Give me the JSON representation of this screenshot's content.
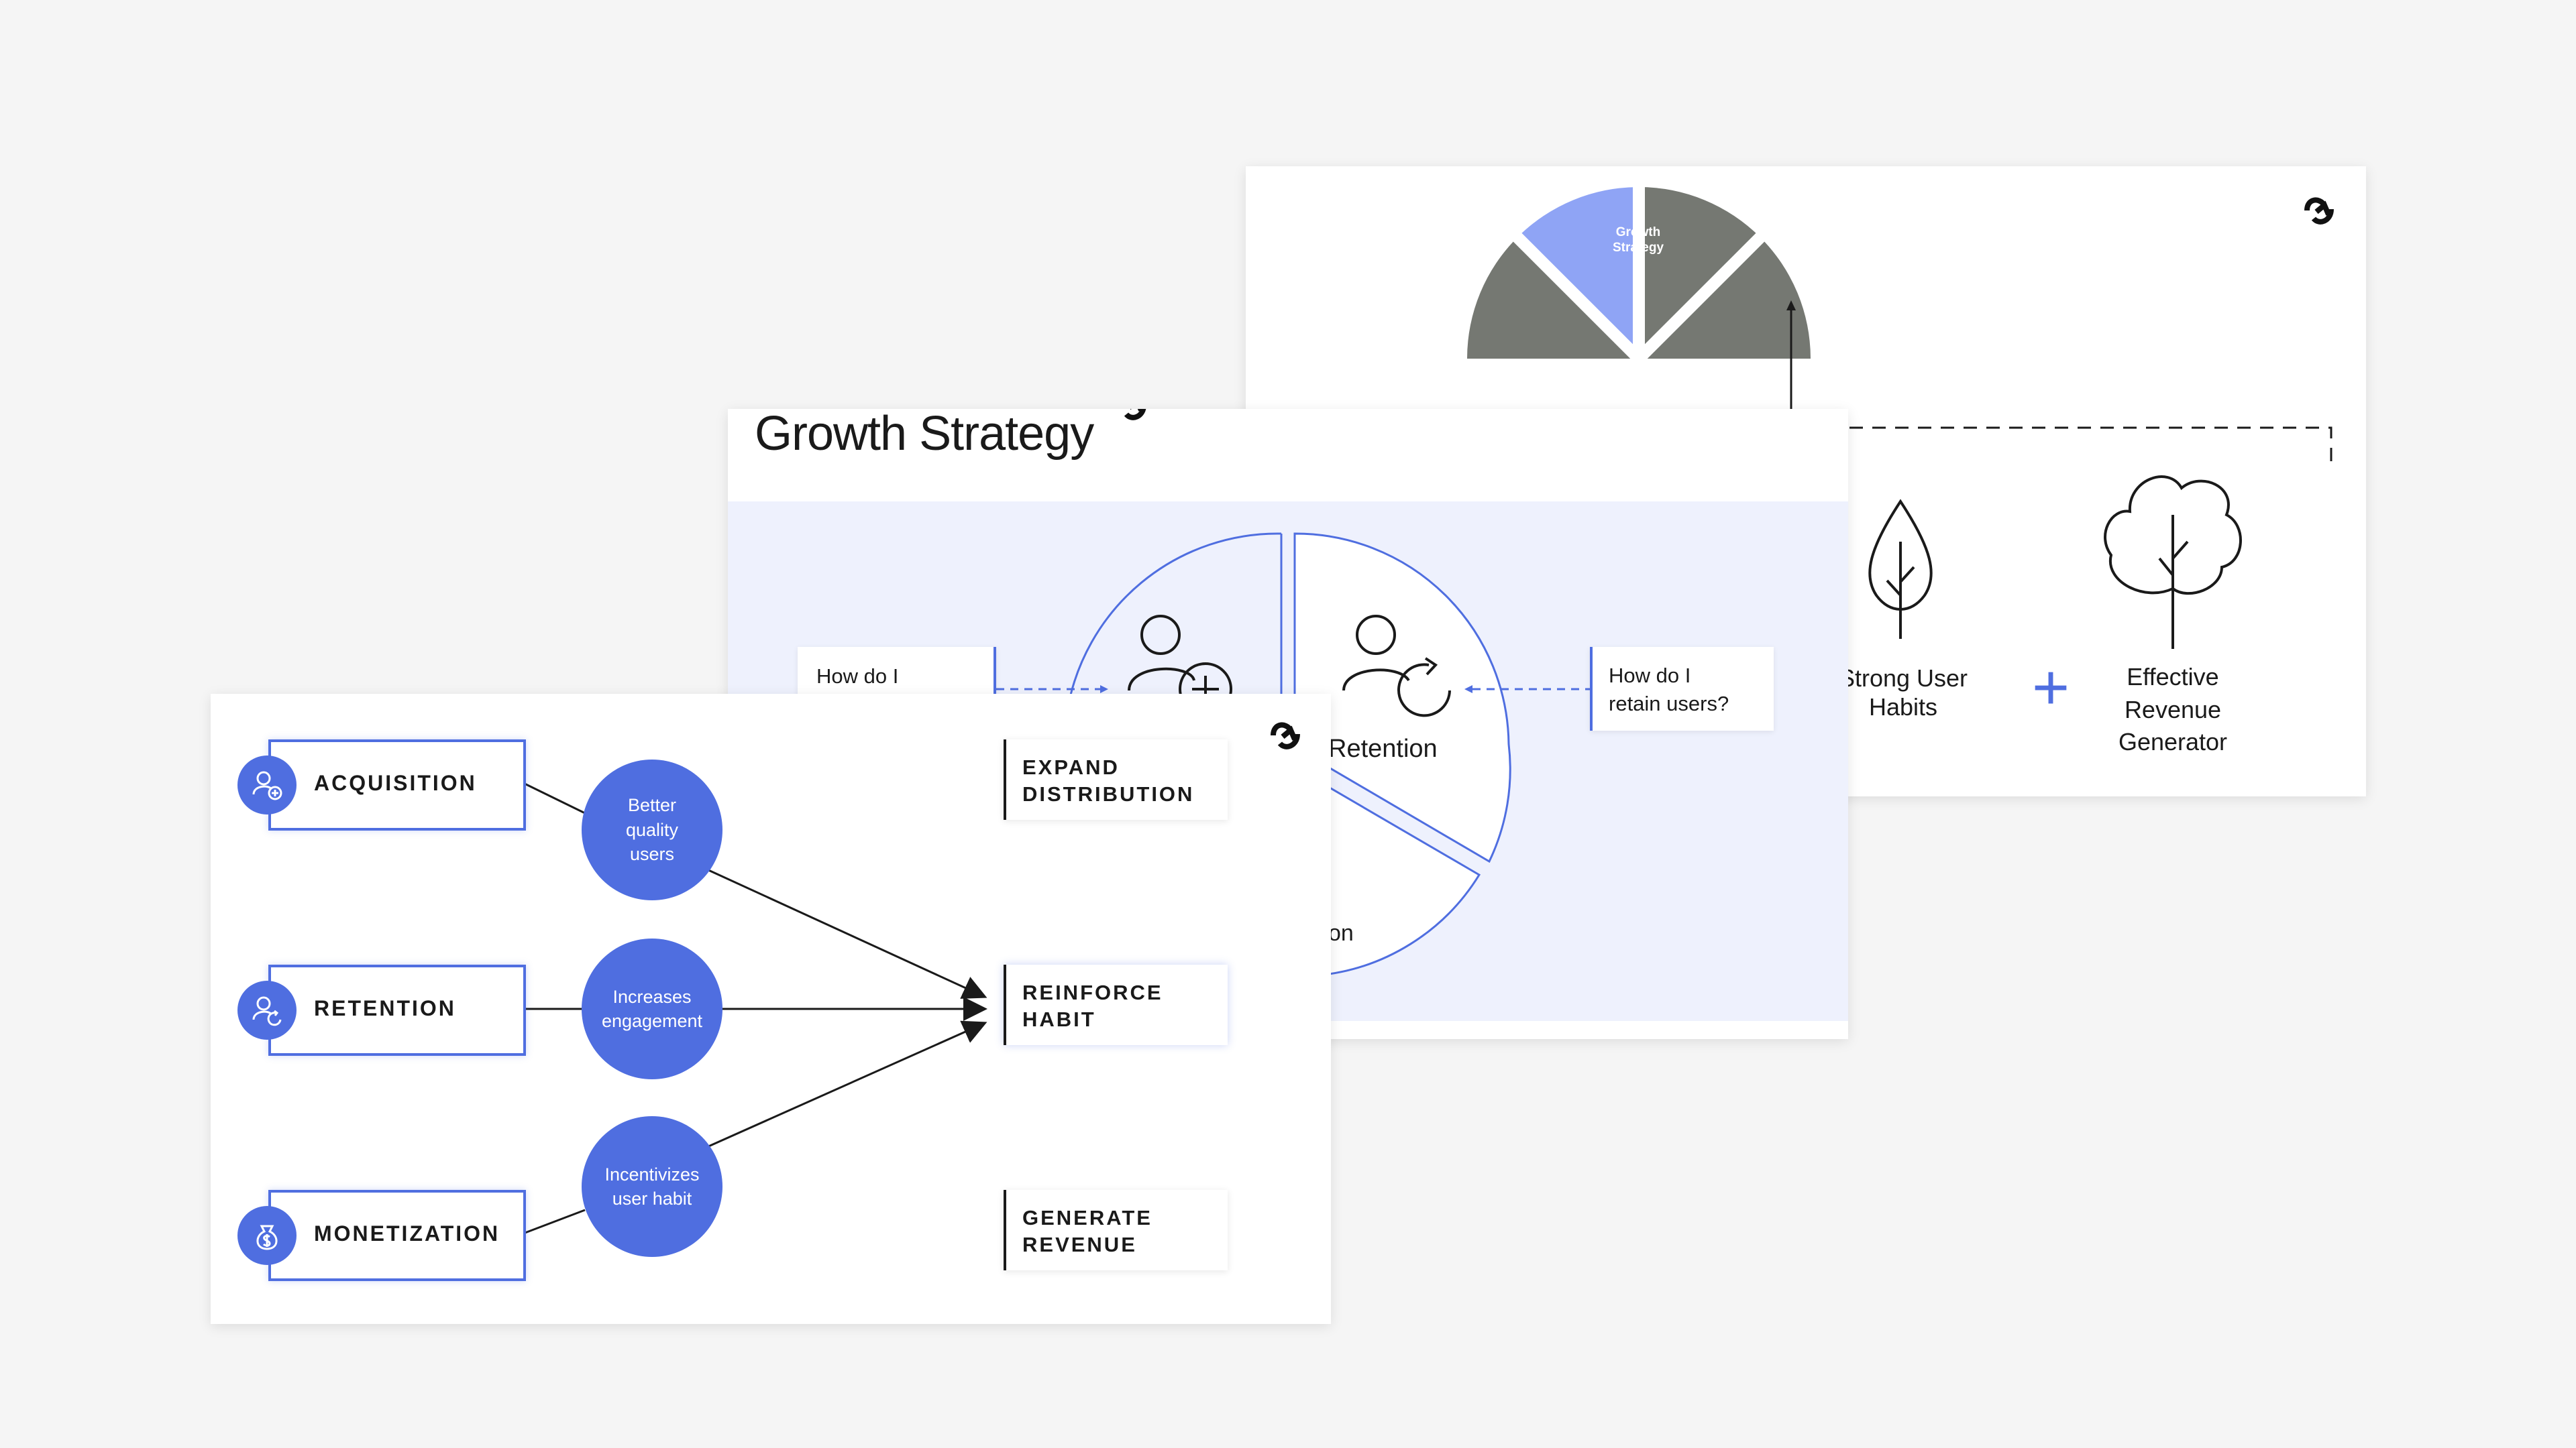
{
  "colors": {
    "accent": "#4f6ee0",
    "accent_light": "#8fa4f5",
    "gray": "#757872",
    "panel": "#eef1fd",
    "dark": "#1a1a1a"
  },
  "slide_back": {
    "wedge_label_line1": "Growth",
    "wedge_label_line2": "Strategy",
    "habits_label_line1": "Strong User",
    "habits_label_line2": "Habits",
    "plus_sign": "+",
    "revenue_label_line1": "Effective",
    "revenue_label_line2": "Revenue",
    "revenue_label_line3": "Generator"
  },
  "slide_mid": {
    "title": "Growth Strategy",
    "left_question": "How do I",
    "right_question_line1": "How do I",
    "right_question_line2": "retain users?",
    "retention_label": "Retention",
    "partial_label": "on"
  },
  "slide_front": {
    "pillars": [
      {
        "label": "ACQUISITION",
        "icon": "user-plus-icon"
      },
      {
        "label": "RETENTION",
        "icon": "user-refresh-icon"
      },
      {
        "label": "MONETIZATION",
        "icon": "money-bag-icon"
      }
    ],
    "circles": [
      {
        "line1": "Better",
        "line2": "quality",
        "line3": "users"
      },
      {
        "line1": "Increases",
        "line2": "engagement",
        "line3": ""
      },
      {
        "line1": "Incentivizes",
        "line2": "user habit",
        "line3": ""
      }
    ],
    "outcomes": [
      {
        "line1": "EXPAND",
        "line2": "DISTRIBUTION"
      },
      {
        "line1": "REINFORCE",
        "line2": "HABIT"
      },
      {
        "line1": "GENERATE",
        "line2": "REVENUE"
      }
    ]
  }
}
